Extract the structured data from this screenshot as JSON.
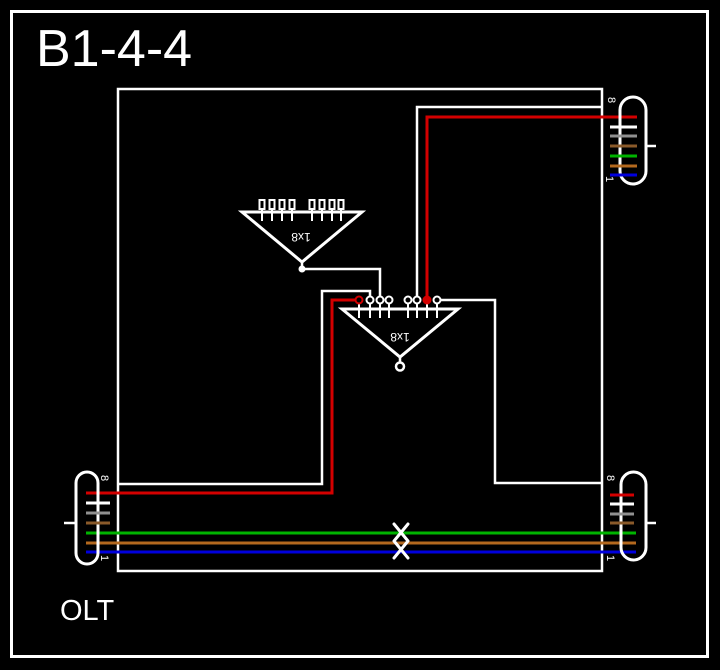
{
  "title": "B1-4-4",
  "footer_label": "OLT",
  "splitters": [
    {
      "label": "1x8"
    },
    {
      "label": "1x8"
    }
  ],
  "connectors": [
    {
      "position": "top-right",
      "top_label": "8",
      "bottom_label": "1"
    },
    {
      "position": "bottom-left",
      "top_label": "8",
      "bottom_label": "1"
    },
    {
      "position": "bottom-right",
      "top_label": "8",
      "bottom_label": "1"
    }
  ],
  "splice_marks": {
    "symbol": "X",
    "count": 2
  },
  "colors": {
    "background": "#000000",
    "line_white": "#ffffff",
    "fiber_red": "#d40000",
    "fiber_green": "#00b400",
    "fiber_orange": "#b4691e",
    "fiber_blue": "#0000dd",
    "fiber_gray": "#909090",
    "fiber_brown": "#8a5a2a"
  }
}
